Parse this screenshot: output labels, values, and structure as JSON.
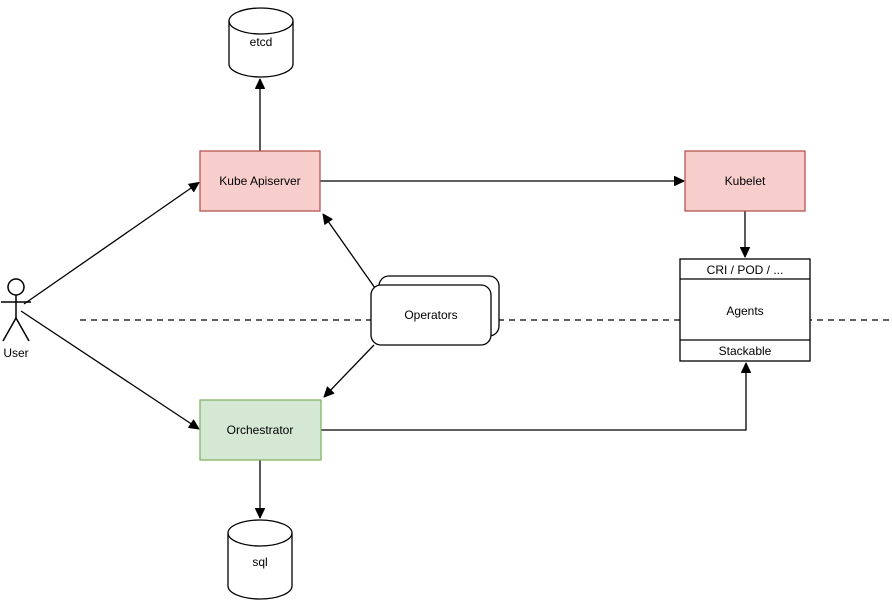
{
  "diagram": {
    "background": "#ffffff",
    "colors": {
      "line": "#000000",
      "red_fill": "#f8cecc",
      "red_stroke": "#b85450",
      "green_fill": "#d5e8d4",
      "green_stroke": "#82b366",
      "plain_fill": "#ffffff",
      "plain_stroke": "#000000"
    },
    "nodes": {
      "user": {
        "label": "User",
        "type": "actor"
      },
      "etcd": {
        "label": "etcd",
        "type": "database-cylinder"
      },
      "kube_apiserver": {
        "label": "Kube Apiserver",
        "type": "process-box",
        "fill": "#f8cecc",
        "stroke": "#b85450"
      },
      "kubelet": {
        "label": "Kubelet",
        "type": "process-box",
        "fill": "#f8cecc",
        "stroke": "#b85450"
      },
      "operators": {
        "label": "Operators",
        "type": "stacked-rounded-box",
        "fill": "#ffffff",
        "stroke": "#000000"
      },
      "orchestrator": {
        "label": "Orchestrator",
        "type": "process-box",
        "fill": "#d5e8d4",
        "stroke": "#82b366"
      },
      "sql": {
        "label": "sql",
        "type": "database-cylinder"
      },
      "agents": {
        "header": "CRI / POD / ...",
        "body": "Agents",
        "footer": "Stackable",
        "type": "layered-box",
        "fill": "#ffffff",
        "stroke": "#000000"
      }
    },
    "edges": [
      {
        "from": "user",
        "to": "kube_apiserver",
        "style": "solid-arrow"
      },
      {
        "from": "user",
        "to": "orchestrator",
        "style": "solid-arrow"
      },
      {
        "from": "kube_apiserver",
        "to": "etcd",
        "style": "solid-arrow"
      },
      {
        "from": "kube_apiserver",
        "to": "kubelet",
        "style": "solid-arrow"
      },
      {
        "from": "operators",
        "to": "kube_apiserver",
        "style": "solid-arrow"
      },
      {
        "from": "operators",
        "to": "orchestrator",
        "style": "solid-arrow"
      },
      {
        "from": "kubelet",
        "to": "agents",
        "style": "solid-arrow"
      },
      {
        "from": "orchestrator",
        "to": "sql",
        "style": "solid-arrow"
      },
      {
        "from": "orchestrator",
        "to": "agents",
        "style": "solid-arrow"
      }
    ],
    "separator": {
      "type": "horizontal-dashed-boundary"
    }
  }
}
